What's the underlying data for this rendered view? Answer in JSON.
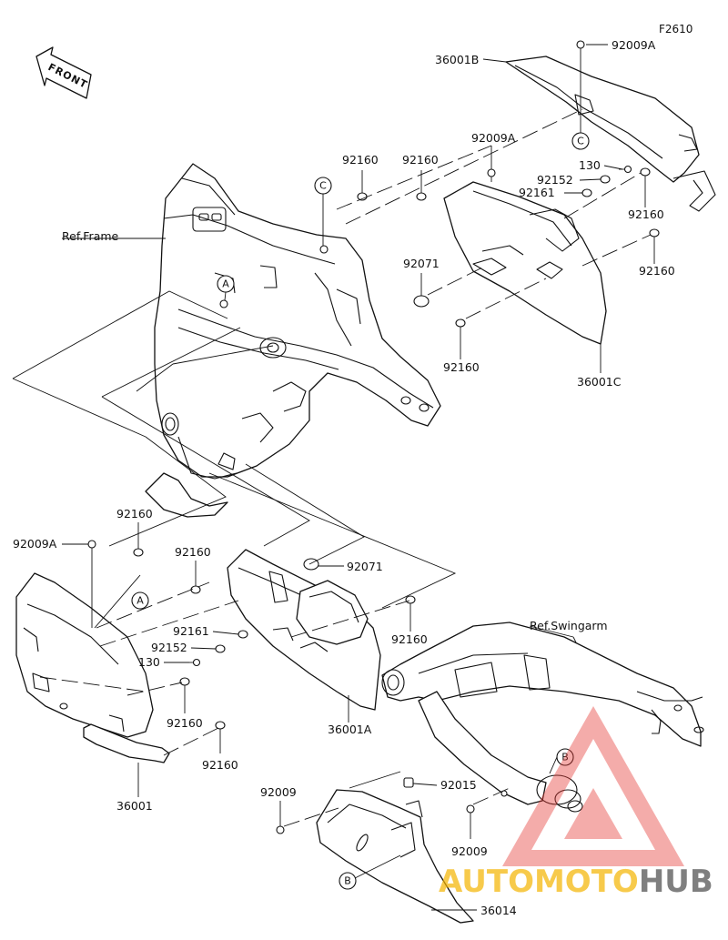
{
  "figure_code": "F2610",
  "orientation": {
    "label": "FRONT"
  },
  "references": [
    {
      "id": "ref-frame",
      "text": "Ref.Frame"
    },
    {
      "id": "ref-swingarm",
      "text": "Ref.Swingarm"
    }
  ],
  "parts": [
    {
      "id": "p-36001B",
      "number": "36001B"
    },
    {
      "id": "p-92009A-top",
      "number": "92009A"
    },
    {
      "id": "p-92009A-mid",
      "number": "92009A"
    },
    {
      "id": "p-92160-a",
      "number": "92160"
    },
    {
      "id": "p-92160-b",
      "number": "92160"
    },
    {
      "id": "p-130-r",
      "number": "130"
    },
    {
      "id": "p-92152-r",
      "number": "92152"
    },
    {
      "id": "p-92161-r",
      "number": "92161"
    },
    {
      "id": "p-92160-c",
      "number": "92160"
    },
    {
      "id": "p-92160-d",
      "number": "92160"
    },
    {
      "id": "p-92071-r",
      "number": "92071"
    },
    {
      "id": "p-92160-e",
      "number": "92160"
    },
    {
      "id": "p-36001C",
      "number": "36001C"
    },
    {
      "id": "p-92160-f",
      "number": "92160"
    },
    {
      "id": "p-92009A-l",
      "number": "92009A"
    },
    {
      "id": "p-92160-g",
      "number": "92160"
    },
    {
      "id": "p-92071-l",
      "number": "92071"
    },
    {
      "id": "p-92160-h",
      "number": "92160"
    },
    {
      "id": "p-92161-l",
      "number": "92161"
    },
    {
      "id": "p-92152-l",
      "number": "92152"
    },
    {
      "id": "p-130-l",
      "number": "130"
    },
    {
      "id": "p-92160-i",
      "number": "92160"
    },
    {
      "id": "p-36001A",
      "number": "36001A"
    },
    {
      "id": "p-92160-j",
      "number": "92160"
    },
    {
      "id": "p-36001",
      "number": "36001"
    },
    {
      "id": "p-92009-l",
      "number": "92009"
    },
    {
      "id": "p-92015",
      "number": "92015"
    },
    {
      "id": "p-92009-r",
      "number": "92009"
    },
    {
      "id": "p-36014",
      "number": "36014"
    }
  ],
  "callouts": {
    "A1": "A",
    "A2": "A",
    "B1": "B",
    "B2": "B",
    "C1": "C",
    "C2": "C"
  },
  "watermark": {
    "part1": "AUTOMOTO",
    "part2": "HUB"
  },
  "colors": {
    "line": "#111111",
    "watermark_red": "#e53935",
    "watermark_yellow": "#f5b400",
    "watermark_gray": "#555555"
  }
}
